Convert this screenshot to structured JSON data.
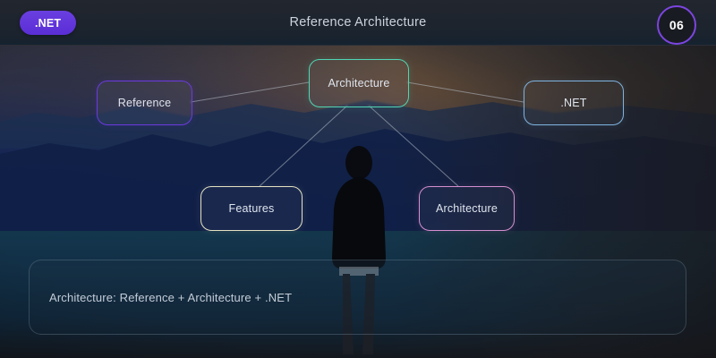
{
  "header": {
    "brand_label": ".NET",
    "title": "Reference Architecture",
    "page_number": "06"
  },
  "diagram": {
    "nodes": [
      {
        "id": "center",
        "label": "Architecture",
        "color": "#4fd6b5"
      },
      {
        "id": "left",
        "label": "Reference",
        "color": "#6b3ae0"
      },
      {
        "id": "right",
        "label": ".NET",
        "color": "#7fb4e0"
      },
      {
        "id": "lower_l",
        "label": "Features",
        "color": "#e4e2c2"
      },
      {
        "id": "lower_r",
        "label": "Architecture",
        "color": "#d68fd0"
      }
    ],
    "edges": [
      {
        "from": "center",
        "to": "left"
      },
      {
        "from": "center",
        "to": "right"
      },
      {
        "from": "center",
        "to": "lower_l"
      },
      {
        "from": "center",
        "to": "lower_r"
      }
    ],
    "edge_color": "#b9c2cc"
  },
  "caption": {
    "text": "Architecture: Reference + Architecture + .NET"
  },
  "background": {
    "scene": "person-silhouette-at-dusk-lake-landscape",
    "sky_color": "#13224c",
    "glow_color": "#c67e3e",
    "water_color": "#153a4c"
  }
}
